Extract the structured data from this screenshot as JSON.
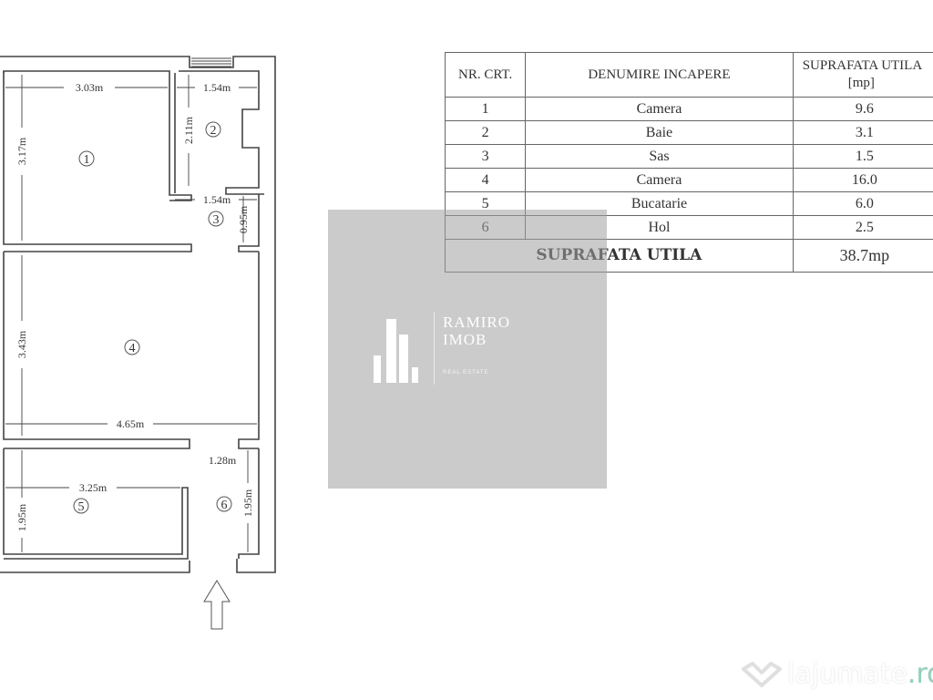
{
  "floor_plan": {
    "rooms": [
      {
        "id": "1",
        "label": "1",
        "width": "3.03m",
        "height": "3.17m"
      },
      {
        "id": "2",
        "label": "2",
        "width": "1.54m",
        "height": "2.11m"
      },
      {
        "id": "3",
        "label": "3",
        "width": "1.54m",
        "height": "0.95m"
      },
      {
        "id": "4",
        "label": "4",
        "width": "4.65m",
        "height": "3.43m"
      },
      {
        "id": "5",
        "label": "5",
        "width": "3.25m",
        "height": "1.95m"
      },
      {
        "id": "6",
        "label": "6",
        "width": "1.28m",
        "height": "1.95m"
      }
    ],
    "entrance_arrow": "arrow-up-icon"
  },
  "table": {
    "headers": {
      "nr": "NR. CRT.",
      "name": "DENUMIRE INCAPERE",
      "area_line1": "SUPRAFATA UTILA",
      "area_line2": "[mp]"
    },
    "rows": [
      {
        "nr": "1",
        "name": "Camera",
        "area": "9.6"
      },
      {
        "nr": "2",
        "name": "Baie",
        "area": "3.1"
      },
      {
        "nr": "3",
        "name": "Sas",
        "area": "1.5"
      },
      {
        "nr": "4",
        "name": "Camera",
        "area": "16.0"
      },
      {
        "nr": "5",
        "name": "Bucatarie",
        "area": "6.0"
      },
      {
        "nr": "6",
        "name": "Hol",
        "area": "2.5"
      }
    ],
    "total": {
      "label": "SUPRAFATA UTILA",
      "value": "38.7mp"
    }
  },
  "watermark": {
    "line1": "RAMIRO",
    "line2": "IMOB",
    "subtitle": "REAL ESTATE"
  },
  "site_watermark": {
    "name": "lajumate",
    "tld": ".ro"
  }
}
